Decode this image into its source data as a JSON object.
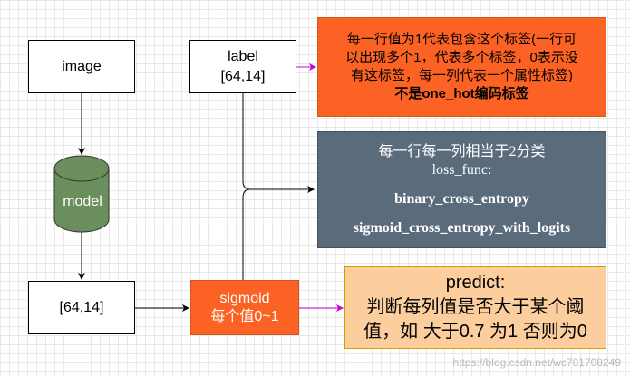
{
  "nodes": {
    "image": {
      "label": "image"
    },
    "model": {
      "label": "model"
    },
    "shape": {
      "label": "[64,14]"
    },
    "label": {
      "line1": "label",
      "line2": "[64,14]"
    },
    "sigmoid": {
      "line1": "sigmoid",
      "line2": "每个值0~1"
    }
  },
  "notes": {
    "label_note": {
      "lines": [
        "每一行值为1代表包含这个标签(一行可",
        "以出现多个1，代表多个标签，0表示没",
        "有这标签，每一列代表一个属性标签)"
      ],
      "emphasis": "不是one_hot编码标签",
      "color": "#fc6223"
    },
    "loss_note": {
      "line1": "每一行每一列相当于2分类",
      "line2": "loss_func:",
      "func1": "binary_cross_entropy",
      "func2": "sigmoid_cross_entropy_with_logits",
      "color": "#5a6b7b"
    },
    "predict_note": {
      "line1": "predict:",
      "line2": "判断每列值是否大于某个阈",
      "line3": "值，如 大于0.7 为1 否则为0",
      "color": "#fcce9e"
    }
  },
  "model_color": "#6b8f5c",
  "accent_arrow_color": "#cc00cc",
  "watermark": "https://blog.csdn.net/wc781708249"
}
